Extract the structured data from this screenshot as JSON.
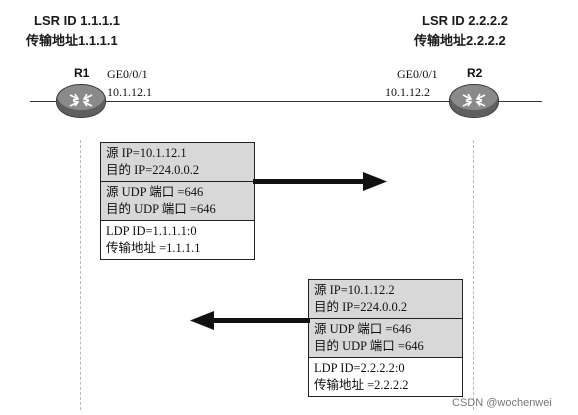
{
  "left": {
    "lsr_id": "LSR ID 1.1.1.1",
    "transport_addr": "传输地址1.1.1.1",
    "router": "R1",
    "interface": "GE0/0/1",
    "ip": "10.1.12.1"
  },
  "right": {
    "lsr_id": "LSR ID 2.2.2.2",
    "transport_addr": "传输地址2.2.2.2",
    "router": "R2",
    "interface": "GE0/0/1",
    "ip": "10.1.12.2"
  },
  "hello1": {
    "src_ip": "源 IP=10.1.12.1",
    "dst_ip": "目的 IP=224.0.0.2",
    "src_udp": "源 UDP 端口 =646",
    "dst_udp": "目的 UDP 端口 =646",
    "ldp_id": "LDP ID=1.1.1.1:0",
    "transport": "传输地址 =1.1.1.1"
  },
  "hello2": {
    "src_ip": "源 IP=10.1.12.2",
    "dst_ip": "目的 IP=224.0.0.2",
    "src_udp": "源 UDP 端口 =646",
    "dst_udp": "目的 UDP 端口 =646",
    "ldp_id": "LDP ID=2.2.2.2:0",
    "transport": "传输地址 =2.2.2.2"
  },
  "watermark": "CSDN @wochenwei",
  "colors": {
    "header_gray": "#d8d8d8",
    "router_gray": "#8a8a8a",
    "line": "#222222"
  }
}
